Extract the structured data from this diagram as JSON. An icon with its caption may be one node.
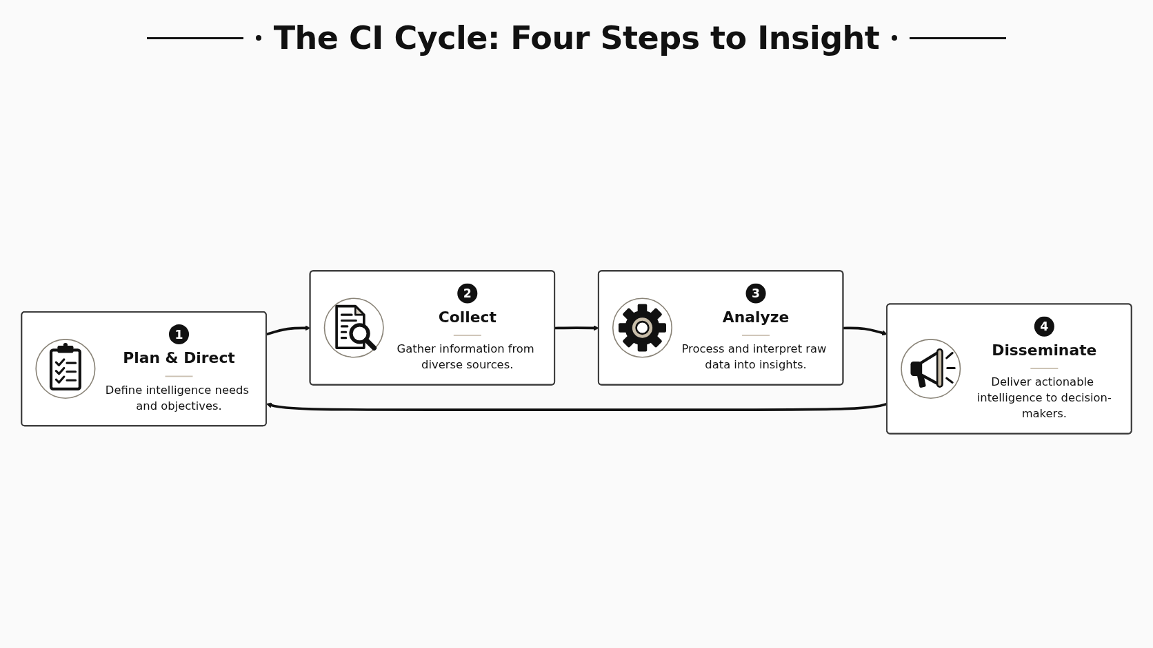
{
  "diagram": {
    "title": "The CI Cycle: Four Steps to Insight",
    "nodes": [
      {
        "text": [
          "1",
          "Plan & Direct",
          "Define intelligence needs and objectives."
        ]
      },
      {
        "text": [
          "2",
          "Collect",
          "Gather information from diverse sources."
        ]
      },
      {
        "text": [
          "3",
          "Analyze",
          "Process and interpret raw data into insights."
        ]
      },
      {
        "text": [
          "4",
          "Disseminate",
          "Deliver actionable intelligence to decision-makers."
        ]
      }
    ],
    "edges": [
      {
        "from": 0,
        "to": 1,
        "arrow": "to"
      },
      {
        "from": 1,
        "to": 2,
        "arrow": "to"
      },
      {
        "from": 2,
        "to": 3,
        "arrow": "to"
      },
      {
        "from": 3,
        "to": 0,
        "arrow": "to"
      }
    ]
  }
}
